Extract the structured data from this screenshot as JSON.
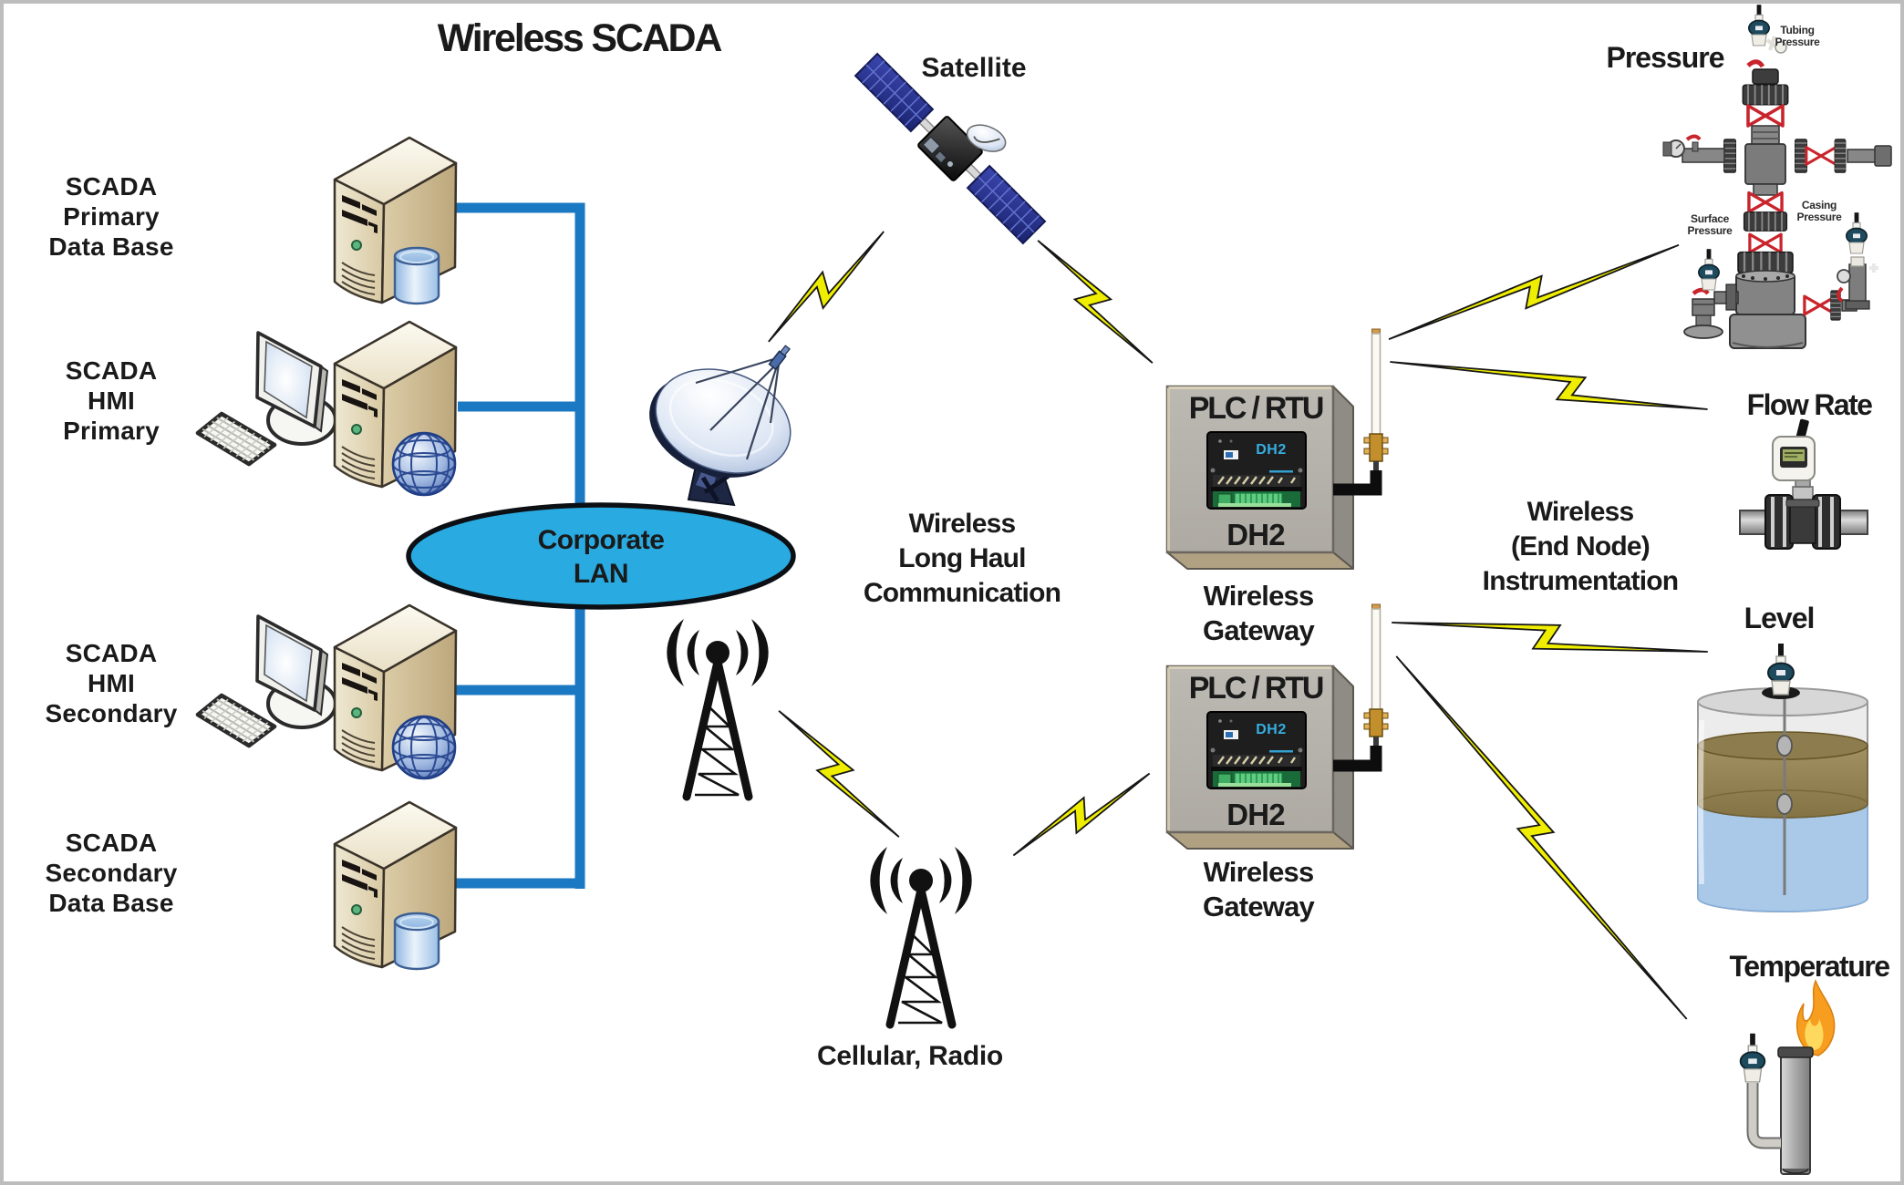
{
  "title": "Wireless SCADA",
  "colors": {
    "lan-line": "#1b78c2",
    "lan-fill": "#29abe2",
    "bolt-fill": "#f0ee00",
    "valve-red": "#c9242b",
    "text": "#1a1a1a",
    "dh2-cyan": "#36aee2"
  },
  "left_nodes": [
    {
      "id": "scada-primary-database",
      "lines": [
        "SCADA",
        "Primary",
        "Data Base"
      ]
    },
    {
      "id": "scada-hmi-primary",
      "lines": [
        "SCADA",
        "HMI",
        "Primary"
      ]
    },
    {
      "id": "scada-hmi-secondary",
      "lines": [
        "SCADA",
        "HMI",
        "Secondary"
      ]
    },
    {
      "id": "scada-secondary-database",
      "lines": [
        "SCADA",
        "Secondary",
        "Data Base"
      ]
    }
  ],
  "lan": {
    "lines": [
      "Corporate",
      "LAN"
    ]
  },
  "satellite_label": "Satellite",
  "long_haul": {
    "lines": [
      "Wireless",
      "Long Haul",
      "Communication"
    ]
  },
  "cellular_label": "Cellular, Radio",
  "gateways": [
    {
      "top_label": "PLC / RTU",
      "device_brand": "DH2",
      "model_label": "DH2",
      "caption_lines": [
        "Wireless",
        "Gateway"
      ]
    },
    {
      "top_label": "PLC / RTU",
      "device_brand": "DH2",
      "model_label": "DH2",
      "caption_lines": [
        "Wireless",
        "Gateway"
      ]
    }
  ],
  "end_node": {
    "lines": [
      "Wireless",
      "(End Node)",
      "Instrumentation"
    ]
  },
  "instruments": {
    "pressure": {
      "label": "Pressure",
      "sensor_labels": [
        {
          "lines": [
            "Tubing",
            "Pressure"
          ]
        },
        {
          "lines": [
            "Surface",
            "Pressure"
          ]
        },
        {
          "lines": [
            "Casing",
            "Pressure"
          ]
        }
      ]
    },
    "flow": {
      "label": "Flow Rate"
    },
    "level": {
      "label": "Level"
    },
    "temperature": {
      "label": "Temperature"
    }
  }
}
